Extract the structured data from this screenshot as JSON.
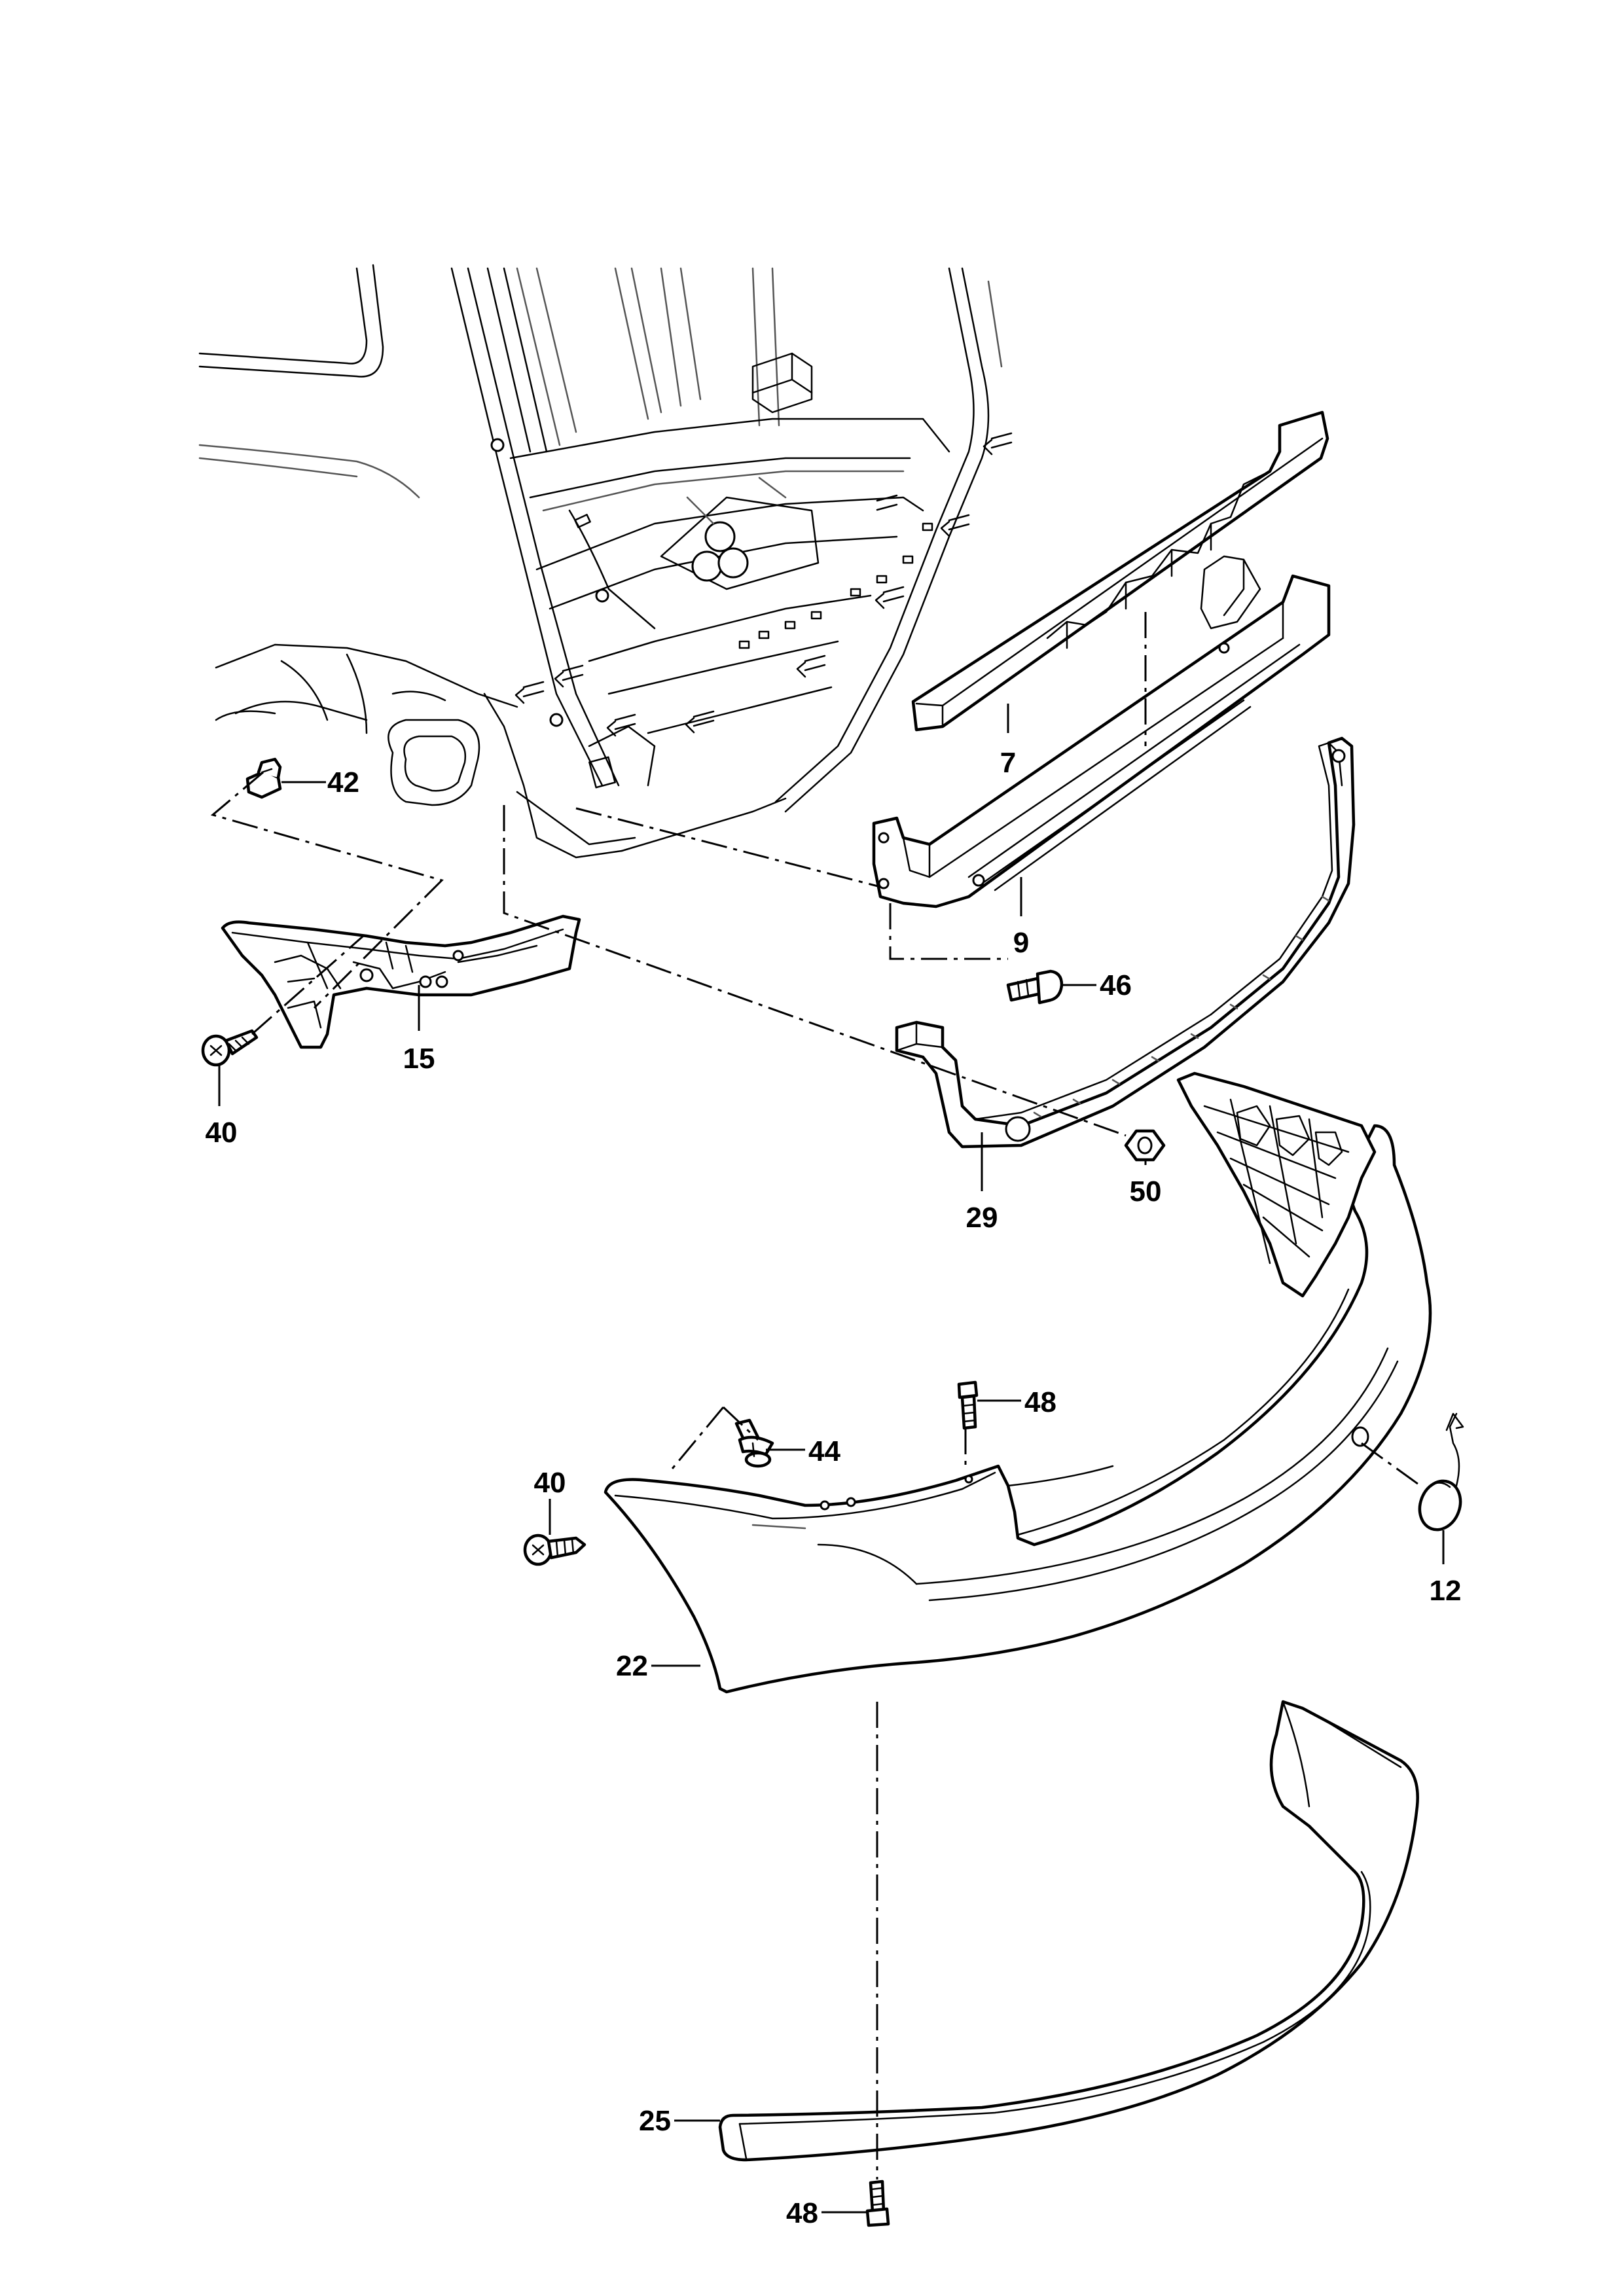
{
  "callouts": {
    "c7": "7",
    "c9": "9",
    "c12": "12",
    "c15": "15",
    "c22": "22",
    "c25": "25",
    "c29": "29",
    "c40a": "40",
    "c40b": "40",
    "c42": "42",
    "c44": "44",
    "c46": "46",
    "c48a": "48",
    "c48b": "48",
    "c50": "50"
  }
}
